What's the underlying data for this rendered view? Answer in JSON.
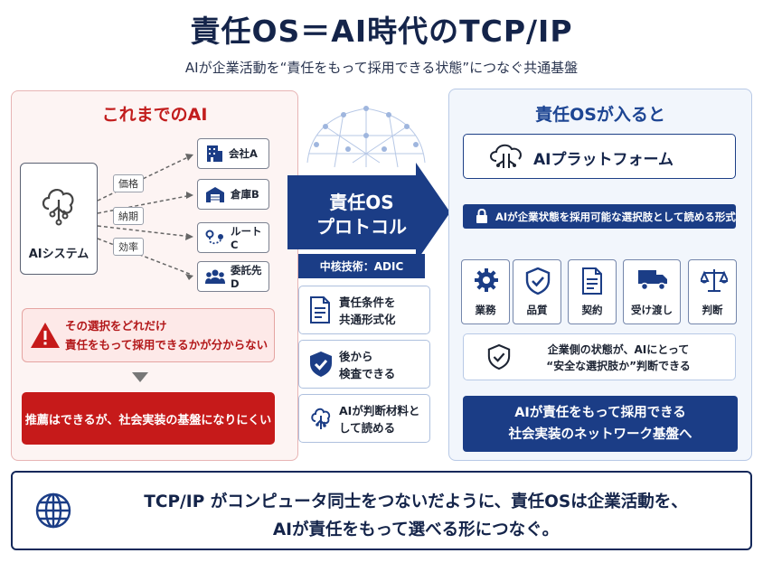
{
  "title": "責任OS＝AI時代のTCP/IP",
  "subtitle": "AIが企業活動を“責任をもって採用できる状態”につなぐ共通基盤",
  "left": {
    "heading": "これまでのAI",
    "ai_system_label": "AIシステム",
    "tags": [
      "価格",
      "納期",
      "効率"
    ],
    "targets": [
      {
        "label": "会社A",
        "icon": "building-icon"
      },
      {
        "label": "倉庫B",
        "icon": "warehouse-icon"
      },
      {
        "label": "ルートC",
        "icon": "route-icon"
      },
      {
        "label": "委託先D",
        "icon": "people-icon"
      }
    ],
    "warning_line1": "その選択をどれだけ",
    "warning_line2": "責任をもって採用できるかが分からない",
    "result": "推薦はできるが、社会実装の基盤になりにくい"
  },
  "middle": {
    "title_line1": "責任OS",
    "title_line2": "プロトコル",
    "core_tech": "中核技術：ADIC",
    "cards": [
      {
        "line1": "責任条件を",
        "line2": "共通形式化",
        "icon": "document-icon"
      },
      {
        "line1": "後から",
        "line2": "検査できる",
        "icon": "shield-check-icon"
      },
      {
        "line1": "AIが判断材料と",
        "line2": "して読める",
        "icon": "ai-brain-icon"
      }
    ]
  },
  "right": {
    "heading": "責任OSが入ると",
    "platform": "AIプラットフォーム",
    "format_bar": "AIが企業状態を採用可能な選択肢として読める形式",
    "categories": [
      {
        "label": "業務",
        "icon": "gear-icon"
      },
      {
        "label": "品質",
        "icon": "shield-check-icon"
      },
      {
        "label": "契約",
        "icon": "document-icon"
      },
      {
        "label": "受け渡し",
        "icon": "truck-icon"
      },
      {
        "label": "判断",
        "icon": "scale-icon"
      }
    ],
    "state_line1": "企業側の状態が、AIにとって",
    "state_line2": "“安全な選択肢か”判断できる",
    "result_line1": "AIが責任をもって採用できる",
    "result_line2": "社会実装のネットワーク基盤へ"
  },
  "bottom": {
    "line1": "TCP/IP がコンピュータ同士をつないだように、責任OSは企業活動を、",
    "line2": "AIが責任をもって選べる形につなぐ。"
  },
  "colors": {
    "navy": "#1b3d86",
    "red": "#c61a1a",
    "pink_bg": "#fdf4f3",
    "blue_bg": "#f2f6fc"
  }
}
